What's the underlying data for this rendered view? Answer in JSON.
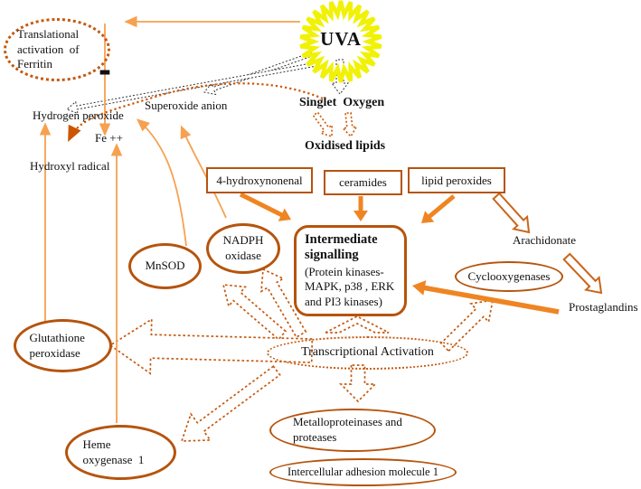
{
  "diagram": {
    "uva": "UVA",
    "minus": "-",
    "ferritin": "Translational activation  of Ferritin",
    "species": {
      "hydrogen_peroxide": "Hydrogen peroxide",
      "fe": "Fe ++",
      "superoxide_anion": "Superoxide anion",
      "hydroxyl_radical": "Hydroxyl radical",
      "singlet_oxygen": "Singlet  Oxygen",
      "oxidised_lipids": "Oxidised lipids",
      "arachidonate": "Arachidonate",
      "prostaglandins": "Prostaglandins"
    },
    "boxes": {
      "hydroxynonenal": "4-hydroxynonenal",
      "ceramides": "ceramides",
      "lipid_peroxides": "lipid peroxides"
    },
    "intermediate": {
      "title": "Intermediate signalling",
      "subtitle": "(Protein kinases- MAPK, p38 , ERK and PI3 kinases)"
    },
    "ellipses": {
      "nadph": "NADPH oxidase",
      "mnsod": "MnSOD",
      "cyclooxygenases": "Cyclooxygenases",
      "glutathione": "Glutathione peroxidase",
      "transcriptional": "Transcriptional Activation",
      "heme": "Heme oxygenase  1",
      "metalloproteinases": "Metalloproteinases and proteases",
      "icam": "Intercellular adhesion molecule 1"
    },
    "colors": {
      "node_border": "#b5540d",
      "dotted_border": "#c4590e",
      "arrow_solid_orange": "#ef8522",
      "arrow_light_orange": "#f6a150",
      "arrow_dotted_orange": "#cc5500",
      "sun_yellow": "#f1f108"
    }
  }
}
